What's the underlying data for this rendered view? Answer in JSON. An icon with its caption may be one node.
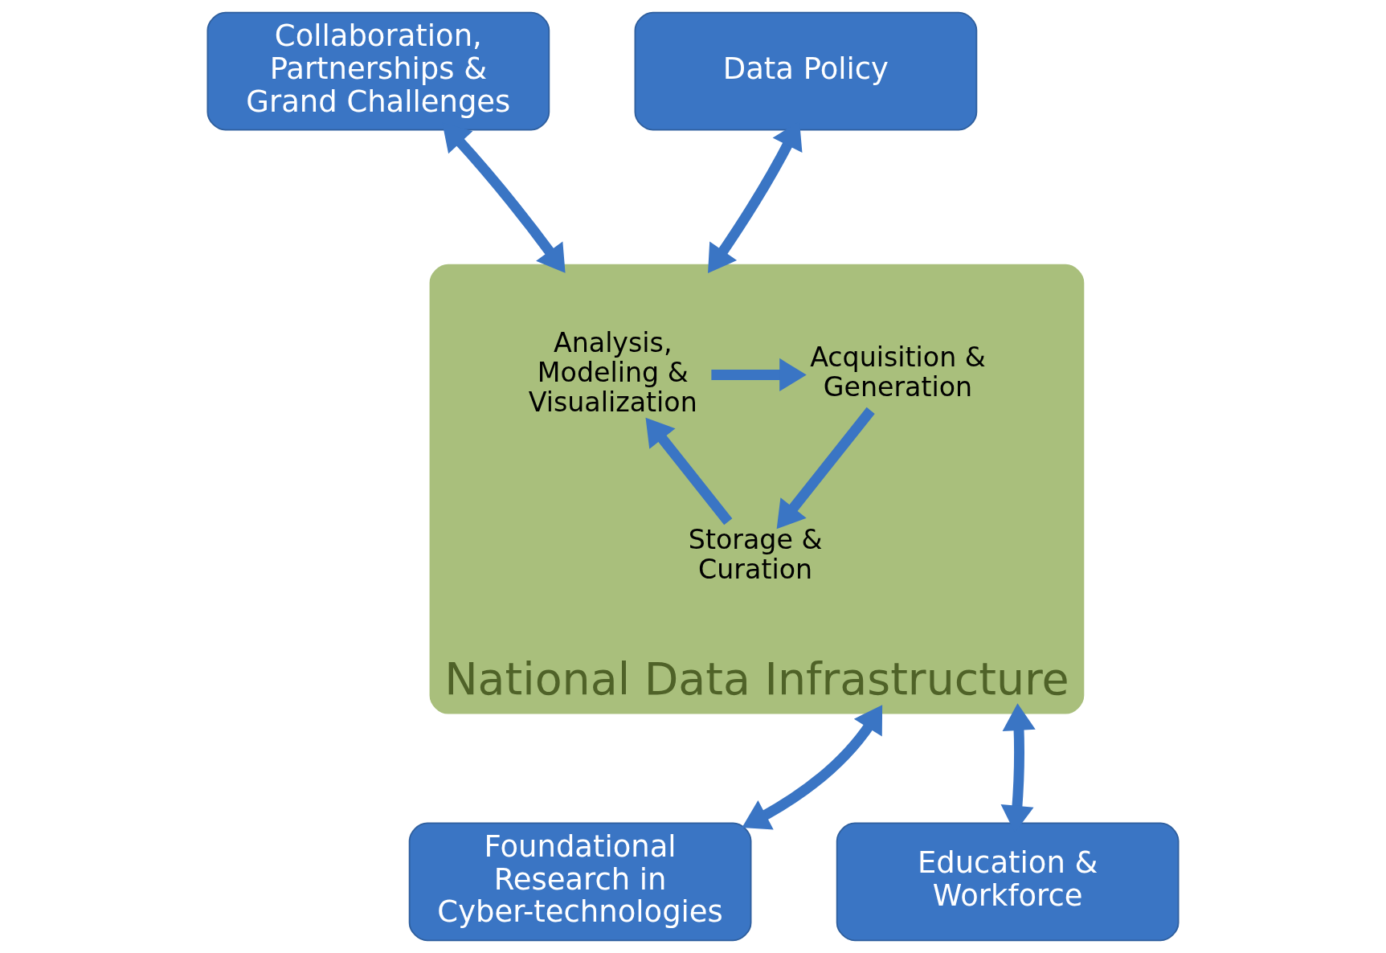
{
  "diagram": {
    "nodes": [
      {
        "text": [
          "National Data Infrastructure"
        ]
      },
      {
        "text": [
          "Analysis, Modeling & Visualization"
        ],
        "in": 0
      },
      {
        "text": [
          "Acquisition & Generation"
        ],
        "in": 0
      },
      {
        "text": [
          "Storage & Curation"
        ],
        "in": 0
      },
      {
        "text": [
          "Collaboration, Partnerships & Grand Challenges"
        ]
      },
      {
        "text": [
          "Data Policy"
        ]
      },
      {
        "text": [
          "Foundational Research in Cyber-technologies"
        ]
      },
      {
        "text": [
          "Education & Workforce"
        ]
      }
    ],
    "edges": [
      {
        "from": 4,
        "to": 0,
        "arrow": "both"
      },
      {
        "from": 5,
        "to": 0,
        "arrow": "both"
      },
      {
        "from": 6,
        "to": 0,
        "arrow": "both"
      },
      {
        "from": 7,
        "to": 0,
        "arrow": "both"
      },
      {
        "from": 1,
        "to": 2,
        "arrow": "to"
      },
      {
        "from": 2,
        "to": 3,
        "arrow": "to"
      },
      {
        "from": 3,
        "to": 1,
        "arrow": "to"
      }
    ]
  }
}
